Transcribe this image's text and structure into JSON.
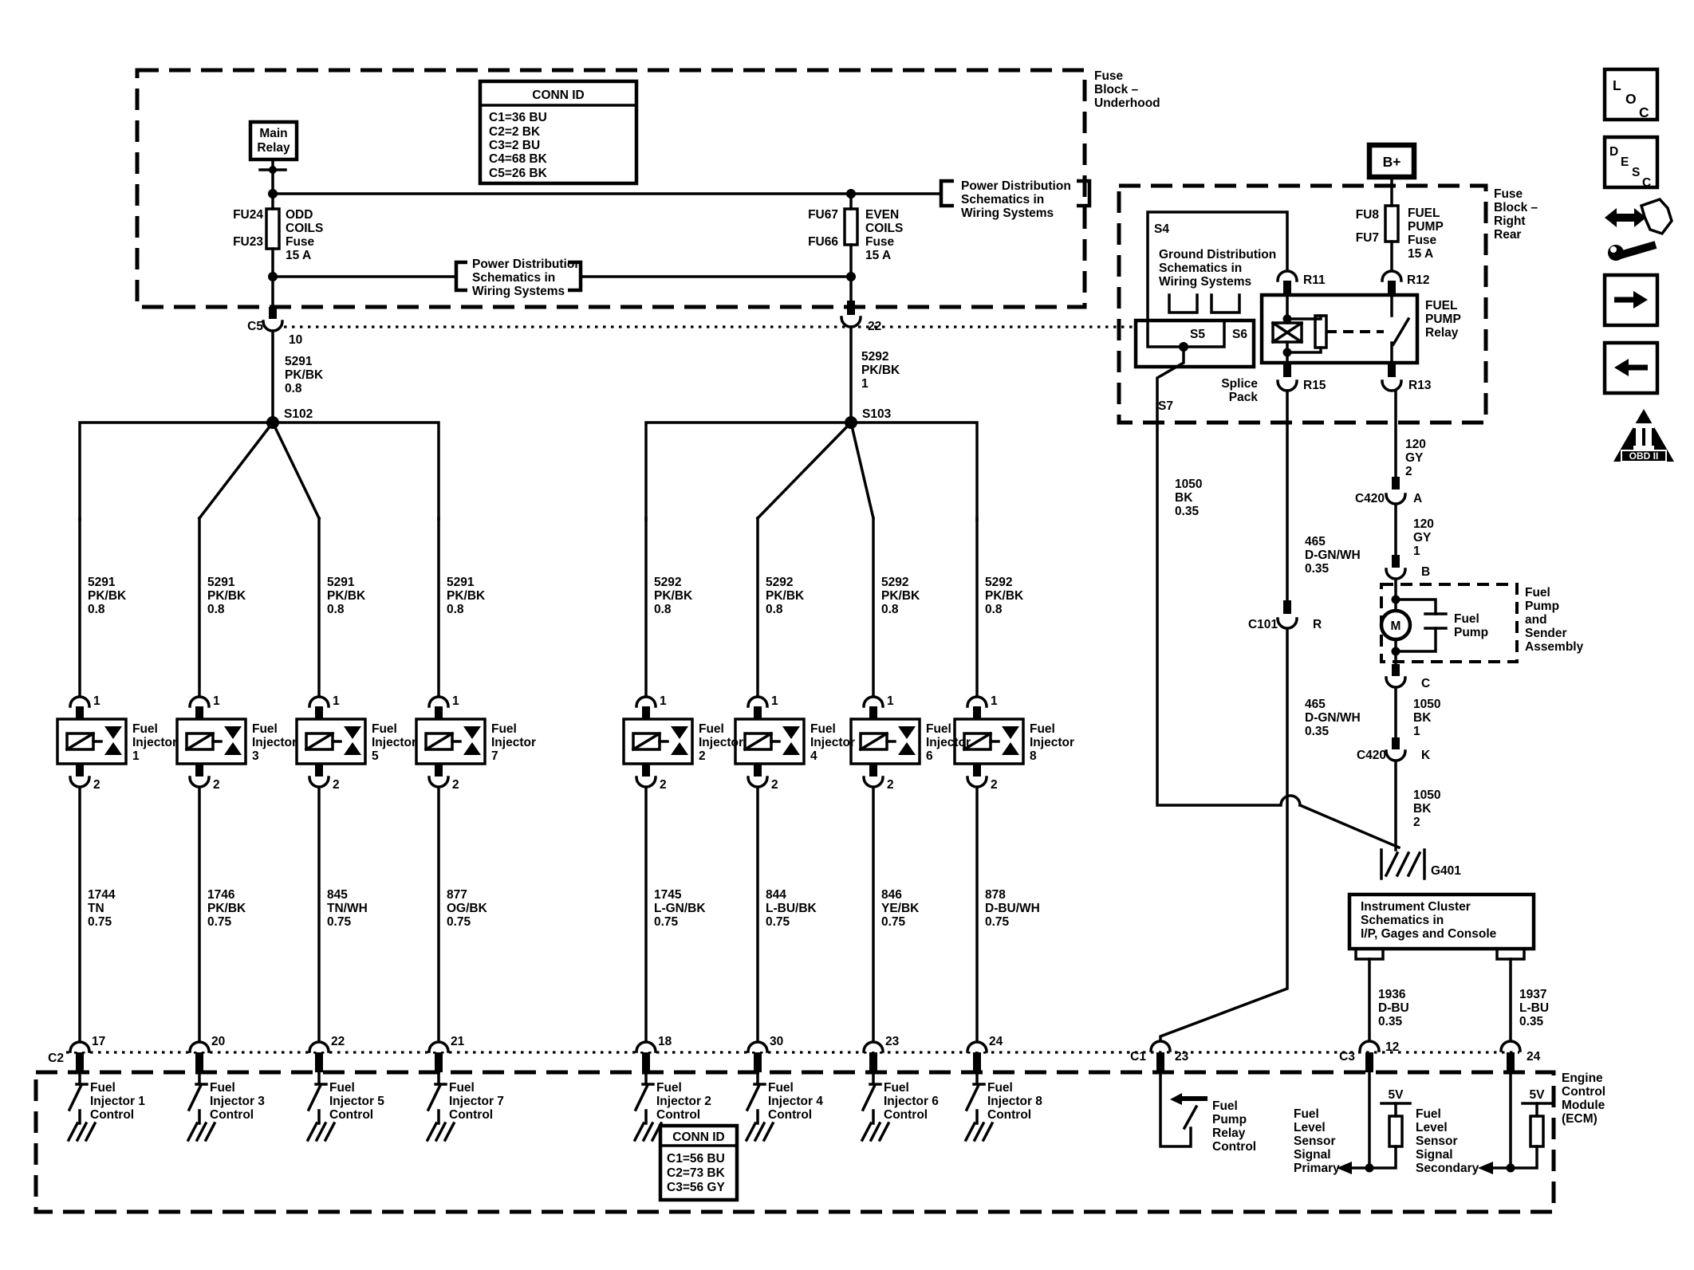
{
  "icons": {
    "loc": [
      "L",
      "O",
      "C"
    ],
    "desc": [
      "D",
      "E",
      "S",
      "C"
    ],
    "obd": "OBD II"
  },
  "conn_id_top": {
    "title": "CONN ID",
    "rows": [
      "C1=36 BU",
      "C2=2 BK",
      "C3=2 BU",
      "C4=68 BK",
      "C5=26 BK"
    ]
  },
  "conn_id_bottom": {
    "title": "CONN ID",
    "rows": [
      "C1=56 BU",
      "C2=73 BK",
      "C3=56 GY"
    ]
  },
  "underhood": {
    "label": [
      "Fuse",
      "Block –",
      "Underhood"
    ],
    "main_relay": [
      "Main",
      "Relay"
    ],
    "odd_fuse": {
      "top": "FU24",
      "bottom": "FU23",
      "desc": [
        "ODD",
        "COILS",
        "Fuse",
        "15 A"
      ]
    },
    "even_fuse": {
      "top": "FU67",
      "bottom": "FU66",
      "desc": [
        "EVEN",
        "COILS",
        "Fuse",
        "15 A"
      ]
    },
    "power_ref": [
      "Power Distribution",
      "Schematics in",
      "Wiring Systems"
    ]
  },
  "c5": {
    "label": "C5",
    "pin": "10"
  },
  "c5b": {
    "pin": "22"
  },
  "wire_5291": [
    "5291",
    "PK/BK",
    "0.8"
  ],
  "wire_5292": [
    "5292",
    "PK/BK",
    "1"
  ],
  "s102": "S102",
  "s103": "S103",
  "right_rear": {
    "label": [
      "Fuse",
      "Block –",
      "Right",
      "Rear"
    ],
    "bplus": "B+",
    "fuel_pump_fuse": {
      "top": "FU8",
      "bottom": "FU7",
      "desc": [
        "FUEL",
        "PUMP",
        "Fuse",
        "15 A"
      ]
    },
    "relay": {
      "name": [
        "FUEL",
        "PUMP",
        "Relay"
      ],
      "r11": "R11",
      "r12": "R12",
      "r15": "R15",
      "r13": "R13"
    },
    "ground_ref": {
      "s4": "S4",
      "lines": [
        "Ground Distribution",
        "Schematics in",
        "Wiring Systems"
      ]
    },
    "splice": {
      "s5": "S5",
      "s6": "S6",
      "s7": "S7",
      "label": [
        "Splice",
        "Pack"
      ]
    }
  },
  "wires": {
    "w1050_035": [
      "1050",
      "BK",
      "0.35"
    ],
    "w465": [
      "465",
      "D-GN/WH",
      "0.35"
    ],
    "w120_2": [
      "120",
      "GY",
      "2"
    ],
    "w120_1": [
      "120",
      "GY",
      "1"
    ],
    "w1050_1": [
      "1050",
      "BK",
      "1"
    ],
    "w1050_2": [
      "1050",
      "BK",
      "2"
    ],
    "w1936": [
      "1936",
      "D-BU",
      "0.35"
    ],
    "w1937": [
      "1937",
      "L-BU",
      "0.35"
    ]
  },
  "connectors": {
    "c101": {
      "label": "C101",
      "pin": "R"
    },
    "c420a": {
      "label": "C420",
      "pin": "A"
    },
    "c420k": {
      "label": "C420",
      "pin": "K"
    },
    "pin_b": "B",
    "pin_c": "C",
    "g401": "G401",
    "c1": {
      "label": "C1",
      "pin": "23"
    },
    "c2": "C2",
    "c3": {
      "label": "C3",
      "pin12": "12",
      "pin24": "24"
    }
  },
  "pump": {
    "label": [
      "Fuel",
      "Pump"
    ],
    "motor": "M",
    "assembly": [
      "Fuel",
      "Pump",
      "and",
      "Sender",
      "Assembly"
    ]
  },
  "cluster_ref": [
    "Instrument Cluster",
    "Schematics in",
    "I/P, Gages and Console"
  ],
  "ecm": {
    "label": [
      "Engine",
      "Control",
      "Module",
      "(ECM)"
    ],
    "fp_relay_ctrl": [
      "Fuel",
      "Pump",
      "Relay",
      "Control"
    ],
    "fls_primary": [
      "Fuel",
      "Level",
      "Sensor",
      "Signal",
      "Primary"
    ],
    "fls_secondary": [
      "Fuel",
      "Level",
      "Sensor",
      "Signal",
      "Secondary"
    ],
    "v5": "5V"
  },
  "injectors": [
    {
      "pin1": "1",
      "pin2": "2",
      "top": [
        "5291",
        "PK/BK",
        "0.8"
      ],
      "name": [
        "Fuel",
        "Injector",
        "1"
      ],
      "bottom": [
        "1744",
        "TN",
        "0.75"
      ],
      "ecm_pin": "17",
      "ctrl": [
        "Fuel",
        "Injector 1",
        "Control"
      ]
    },
    {
      "pin1": "1",
      "pin2": "2",
      "top": [
        "5291",
        "PK/BK",
        "0.8"
      ],
      "name": [
        "Fuel",
        "Injector",
        "3"
      ],
      "bottom": [
        "1746",
        "PK/BK",
        "0.75"
      ],
      "ecm_pin": "20",
      "ctrl": [
        "Fuel",
        "Injector 3",
        "Control"
      ]
    },
    {
      "pin1": "1",
      "pin2": "2",
      "top": [
        "5291",
        "PK/BK",
        "0.8"
      ],
      "name": [
        "Fuel",
        "Injector",
        "5"
      ],
      "bottom": [
        "845",
        "TN/WH",
        "0.75"
      ],
      "ecm_pin": "22",
      "ctrl": [
        "Fuel",
        "Injector 5",
        "Control"
      ]
    },
    {
      "pin1": "1",
      "pin2": "2",
      "top": [
        "5291",
        "PK/BK",
        "0.8"
      ],
      "name": [
        "Fuel",
        "Injector",
        "7"
      ],
      "bottom": [
        "877",
        "OG/BK",
        "0.75"
      ],
      "ecm_pin": "21",
      "ctrl": [
        "Fuel",
        "Injector 7",
        "Control"
      ]
    },
    {
      "pin1": "1",
      "pin2": "2",
      "top": [
        "5292",
        "PK/BK",
        "0.8"
      ],
      "name": [
        "Fuel",
        "Injector",
        "2"
      ],
      "bottom": [
        "1745",
        "L-GN/BK",
        "0.75"
      ],
      "ecm_pin": "18",
      "ctrl": [
        "Fuel",
        "Injector 2",
        "Control"
      ]
    },
    {
      "pin1": "1",
      "pin2": "2",
      "top": [
        "5292",
        "PK/BK",
        "0.8"
      ],
      "name": [
        "Fuel",
        "Injector",
        "4"
      ],
      "bottom": [
        "844",
        "L-BU/BK",
        "0.75"
      ],
      "ecm_pin": "30",
      "ctrl": [
        "Fuel",
        "Injector 4",
        "Control"
      ]
    },
    {
      "pin1": "1",
      "pin2": "2",
      "top": [
        "5292",
        "PK/BK",
        "0.8"
      ],
      "name": [
        "Fuel",
        "Injector",
        "6"
      ],
      "bottom": [
        "846",
        "YE/BK",
        "0.75"
      ],
      "ecm_pin": "23",
      "ctrl": [
        "Fuel",
        "Injector 6",
        "Control"
      ]
    },
    {
      "pin1": "1",
      "pin2": "2",
      "top": [
        "5292",
        "PK/BK",
        "0.8"
      ],
      "name": [
        "Fuel",
        "Injector",
        "8"
      ],
      "bottom": [
        "878",
        "D-BU/WH",
        "0.75"
      ],
      "ecm_pin": "24",
      "ctrl": [
        "Fuel",
        "Injector 8",
        "Control"
      ]
    }
  ]
}
